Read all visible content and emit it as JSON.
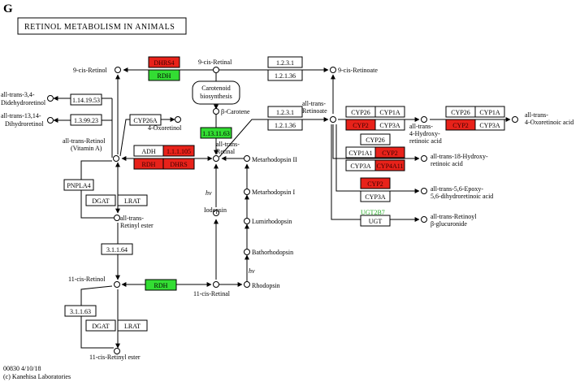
{
  "panel_letter": "G",
  "title": "RETINOL METABOLISM IN ANIMALS",
  "colors": {
    "red": "#e8221a",
    "green": "#33dd33",
    "white": "#ffffff",
    "green_text": "#22aa22",
    "red_text": "#ffffff"
  },
  "compounds": {
    "nine_cis_retinol": "9-cis-Retinol",
    "nine_cis_retinal": "9-cis-Retinal",
    "nine_cis_retinoate": "9-cis-Retinoate",
    "didehydroretinol_1": "all-trans-3,4-",
    "didehydroretinol_2": "Didehydroretinol",
    "dihydroretinol_1": "all-trans-13,14-",
    "dihydroretinol_2": "Dihydroretinol",
    "carotenoid_1": "Carotenoid",
    "carotenoid_2": "biosynthesis",
    "beta_carotene": "β-Carotene",
    "oxoretinol": "4-Oxoretinol",
    "at_retinoate_1": "all-trans-",
    "at_retinoate_2": "Retinoate",
    "at_retinol_1": "all-trans-Retinol",
    "at_retinol_2": "(Vitamin A)",
    "at_retinal_1": "all-trans-",
    "at_retinal_2": "Retinal",
    "metarhodopsin_2": "Metarhodopsin II",
    "metarhodopsin_1": "Metarhodopsin I",
    "lumirhodopsin": "Lumirhodopsin",
    "bathorhodopsin": "Bathorhodopsin",
    "rhodopsin": "Rhodopsin",
    "iodopsin": "Iodopsin",
    "hv_1": "hν",
    "hv_2": "hν",
    "retinyl_ester_1": "all-trans-",
    "retinyl_ester_2": "Retinyl ester",
    "eleven_cis_retinol": "11-cis-Retinol",
    "eleven_cis_retinal": "11-cis-Retinal",
    "eleven_cis_ester": "11-cis-Retinyl ester",
    "hydroxy_1": "all-trans-",
    "hydroxy_2": "4-Hydroxy-",
    "hydroxy_3": "retinoic acid",
    "oxoretinoic": "all-trans-",
    "oxoretinoic_2": "4-Oxoretinoic acid",
    "h18_1": "all-trans-18-Hydroxy-",
    "h18_2": "retinoic acid",
    "epoxy_1": "all-trans-5,6-Epoxy-",
    "epoxy_2": "5,6-dihydroretinoic acid",
    "glucuronide_1": "all-trans-Retinoyl",
    "glucuronide_2": "β-glucuronide"
  },
  "enzymes": {
    "dhrs4": "DHRS4",
    "rdh_top": "RDH",
    "e1231_a": "1.2.3.1",
    "e12136_a": "1.2.1.36",
    "e1231_b": "1.2.3.1",
    "e12136_b": "1.2.1.36",
    "e1141953": "1.14.19.53",
    "e139923": "1.3.99.23",
    "cyp26a": "CYP26A",
    "e1131163": "1.13.11.63",
    "adh": "ADH",
    "e111105": "1.1.1.105",
    "rdh_mid": "RDH",
    "dhrs": "DHRS",
    "pnpla4": "PNPLA4",
    "dgat_a": "DGAT",
    "lrat_a": "LRAT",
    "e31164_a": "3.1.1.64",
    "rdh_bottom": "RDH",
    "e31163": "3.1.1.63",
    "dgat_b": "DGAT",
    "lrat_b": "LRAT",
    "cyp26_r1": "CYP26",
    "cyp1a_r1": "CYP1A",
    "cyp2_r1": "CYP2",
    "cyp3a_r1": "CYP3A",
    "cyp26_r2": "CYP26",
    "cyp1a_r2": "CYP1A",
    "cyp2_r2": "CYP2",
    "cyp3a_r2": "CYP3A",
    "cyp26_r3": "CYP26",
    "cyp1a1": "CYP1A1",
    "cyp2_r3": "CYP2",
    "cyp3a_r3": "CYP3A",
    "cyp4a11": "CYP4A11",
    "cyp2_r4": "CYP2",
    "cyp3a_r4": "CYP3A",
    "ugt2b7": "UGT2B7",
    "ugt": "UGT"
  },
  "footer": {
    "map_id": "00830 4/10/18",
    "copyright": "(c) Kanehisa Laboratories"
  }
}
